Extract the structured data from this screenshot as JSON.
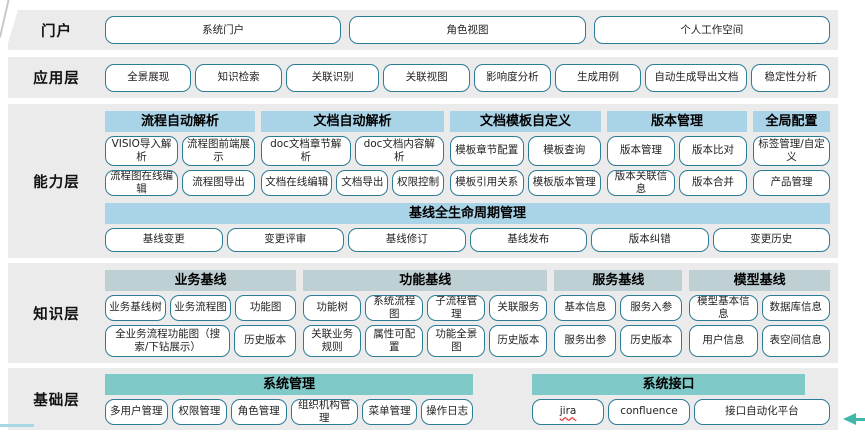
{
  "palette": {
    "band_background": "#ebebeb",
    "header_blue": "#a9d3e6",
    "header_gray_teal": "#bfd0d5",
    "header_teal": "#7fcac8",
    "button_border": "#2e7b96",
    "arrow_teal": "#3fb8ab"
  },
  "layers": {
    "portal": {
      "label": "门户",
      "buttons": [
        "系统门户",
        "角色视图",
        "个人工作空间"
      ]
    },
    "application": {
      "label": "应用层",
      "buttons": [
        "全景展现",
        "知识检索",
        "关联识别",
        "关联视图",
        "影响度分析",
        "生成用例",
        "自动生成导出文档",
        "稳定性分析"
      ]
    },
    "capability": {
      "label": "能力层",
      "groups": [
        {
          "header": "流程自动解析",
          "row1": [
            "VISIO导入解析",
            "流程图前端展示"
          ],
          "row2": [
            "流程图在线编辑",
            "流程图导出"
          ]
        },
        {
          "header": "文档自动解析",
          "row1": [
            "doc文档章节解析",
            "doc文档内容解析"
          ],
          "row2": [
            "文档在线编辑",
            "文档导出",
            "权限控制"
          ]
        },
        {
          "header": "文档模板自定义",
          "row1": [
            "模板章节配置",
            "模板查询"
          ],
          "row2": [
            "模板引用关系",
            "模板版本管理"
          ]
        },
        {
          "header": "版本管理",
          "row1": [
            "版本管理",
            "版本比对"
          ],
          "row2": [
            "版本关联信息",
            "版本合并"
          ]
        },
        {
          "header": "全局配置",
          "row1": [
            "标签管理/自定义"
          ],
          "row2": [
            "产品管理"
          ]
        }
      ],
      "baseline": {
        "header": "基线全生命周期管理",
        "buttons": [
          "基线变更",
          "变更评审",
          "基线修订",
          "基线发布",
          "版本纠错",
          "变更历史"
        ]
      }
    },
    "knowledge": {
      "label": "知识层",
      "groups": [
        {
          "header": "业务基线",
          "row1": [
            "业务基线树",
            "业务流程图",
            "功能图"
          ],
          "row2": [
            "全业务流程功能图（搜索/下钻展示）",
            "历史版本"
          ]
        },
        {
          "header": "功能基线",
          "row1": [
            "功能树",
            "系统流程图",
            "子流程管理",
            "关联服务"
          ],
          "row2": [
            "关联业务规则",
            "属性可配置",
            "功能全景图",
            "历史版本"
          ]
        },
        {
          "header": "服务基线",
          "row1": [
            "基本信息",
            "服务入参"
          ],
          "row2": [
            "服务出参",
            "历史版本"
          ]
        },
        {
          "header": "模型基线",
          "row1": [
            "模型基本信息",
            "数据库信息"
          ],
          "row2": [
            "用户信息",
            "表空间信息"
          ]
        }
      ]
    },
    "base": {
      "label": "基础层",
      "groups": [
        {
          "header": "系统管理",
          "row1": [
            "多用户管理",
            "权限管理",
            "角色管理",
            "组织机构管理",
            "菜单管理",
            "操作日志"
          ]
        },
        {
          "header": "系统接口",
          "row1": [
            "jira",
            "confluence",
            "接口自动化平台"
          ]
        }
      ]
    }
  }
}
